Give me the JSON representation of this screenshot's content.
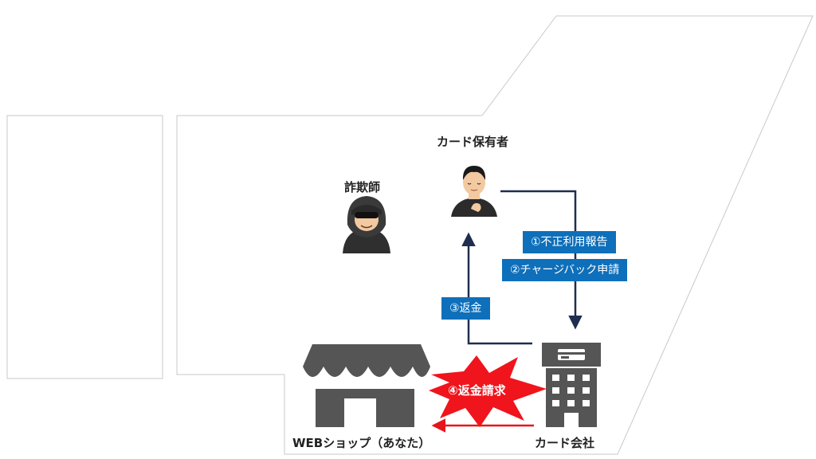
{
  "labels": {
    "cardholder": "カード保有者",
    "fraudster": "詐欺師",
    "webshop": "WEBショップ（あなた）",
    "card_company": "カード会社"
  },
  "steps": {
    "step1": "①不正利用報告",
    "step2": "②チャージバック申請",
    "step3": "③返金",
    "step4": "④返金請求"
  },
  "colors": {
    "step_box": "#0e6fba",
    "flow_arrow": "#1f2d4e",
    "claim_arrow": "#e8141c",
    "icon_gray": "#555555"
  }
}
